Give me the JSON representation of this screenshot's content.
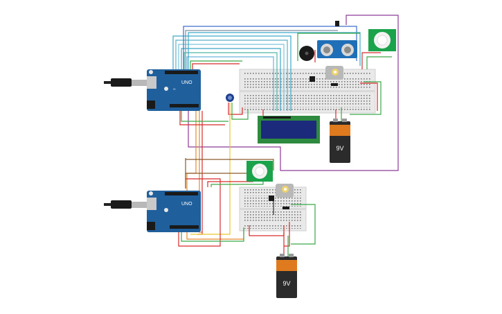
{
  "circuit": {
    "arduino_top": {
      "model": "UNO"
    },
    "arduino_bottom": {
      "model": "UNO"
    },
    "battery_top": {
      "label": "9V"
    },
    "battery_bottom": {
      "label": "9V"
    }
  },
  "colors": {
    "arduino": "#1f5f9b",
    "battery_top": "#e07a1f",
    "battery_body": "#2b2b2b",
    "breadboard": "#e9e9e9",
    "pir": "#1aa34a",
    "lcd": "#1b2a7a",
    "wire_red": "#d62b2b",
    "wire_green": "#3aa848",
    "wire_purple": "#8e3a9a",
    "wire_cyan": "#3aa6c9",
    "wire_orange": "#e58a2c",
    "wire_yellow": "#e8c72a",
    "wire_brown": "#8a5a2a"
  }
}
